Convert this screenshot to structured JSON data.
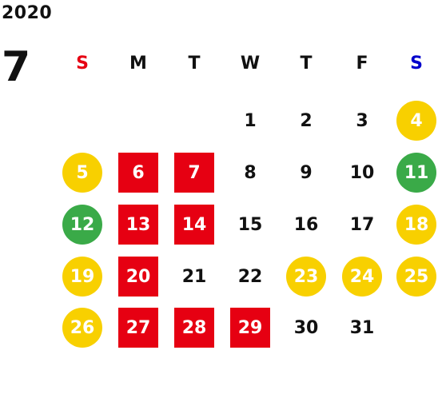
{
  "year": "2020",
  "month": "7",
  "weekdays": [
    {
      "label": "S",
      "color": "#e60012"
    },
    {
      "label": "M",
      "color": "#111111"
    },
    {
      "label": "T",
      "color": "#111111"
    },
    {
      "label": "W",
      "color": "#111111"
    },
    {
      "label": "T",
      "color": "#111111"
    },
    {
      "label": "F",
      "color": "#111111"
    },
    {
      "label": "S",
      "color": "#0000cc"
    }
  ],
  "legend_colors": {
    "holiday_yellow": "#f8d000",
    "green": "#3aaa48",
    "red": "#e60012"
  },
  "days": [
    {
      "d": "1",
      "marker": "none"
    },
    {
      "d": "2",
      "marker": "none"
    },
    {
      "d": "3",
      "marker": "none"
    },
    {
      "d": "4",
      "marker": "circle",
      "color": "#f8d000"
    },
    {
      "d": "5",
      "marker": "circle",
      "color": "#f8d000"
    },
    {
      "d": "6",
      "marker": "square",
      "color": "#e60012"
    },
    {
      "d": "7",
      "marker": "square",
      "color": "#e60012"
    },
    {
      "d": "8",
      "marker": "none"
    },
    {
      "d": "9",
      "marker": "none"
    },
    {
      "d": "10",
      "marker": "none"
    },
    {
      "d": "11",
      "marker": "circle",
      "color": "#3aaa48"
    },
    {
      "d": "12",
      "marker": "circle",
      "color": "#3aaa48"
    },
    {
      "d": "13",
      "marker": "square",
      "color": "#e60012"
    },
    {
      "d": "14",
      "marker": "square",
      "color": "#e60012"
    },
    {
      "d": "15",
      "marker": "none"
    },
    {
      "d": "16",
      "marker": "none"
    },
    {
      "d": "17",
      "marker": "none"
    },
    {
      "d": "18",
      "marker": "circle",
      "color": "#f8d000"
    },
    {
      "d": "19",
      "marker": "circle",
      "color": "#f8d000"
    },
    {
      "d": "20",
      "marker": "square",
      "color": "#e60012"
    },
    {
      "d": "21",
      "marker": "none"
    },
    {
      "d": "22",
      "marker": "none"
    },
    {
      "d": "23",
      "marker": "circle",
      "color": "#f8d000"
    },
    {
      "d": "24",
      "marker": "circle",
      "color": "#f8d000"
    },
    {
      "d": "25",
      "marker": "circle",
      "color": "#f8d000"
    },
    {
      "d": "26",
      "marker": "circle",
      "color": "#f8d000"
    },
    {
      "d": "27",
      "marker": "square",
      "color": "#e60012"
    },
    {
      "d": "28",
      "marker": "square",
      "color": "#e60012"
    },
    {
      "d": "29",
      "marker": "square",
      "color": "#e60012"
    },
    {
      "d": "30",
      "marker": "none"
    },
    {
      "d": "31",
      "marker": "none"
    }
  ]
}
